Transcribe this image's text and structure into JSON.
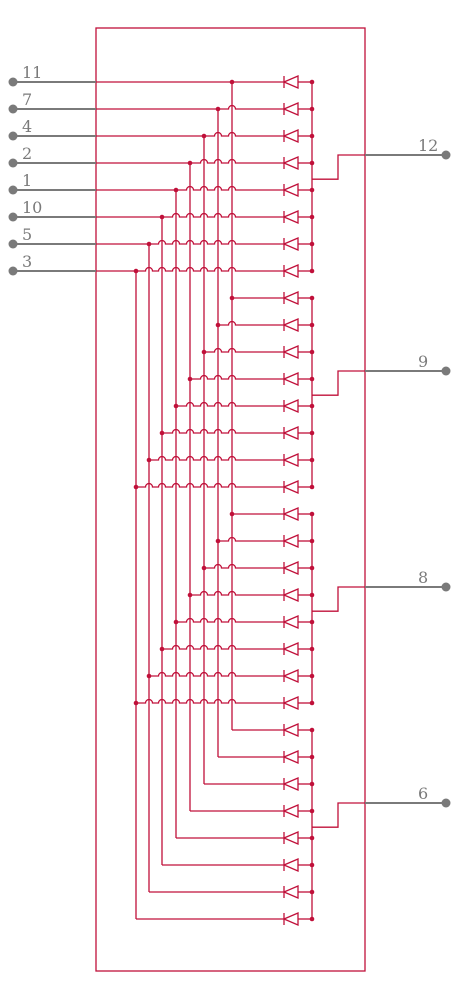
{
  "colors": {
    "wire": "#c0103a",
    "pin": "#7a7a7a",
    "background": "#ffffff"
  },
  "left_pins": [
    {
      "label": "11",
      "row": 0
    },
    {
      "label": "7",
      "row": 1
    },
    {
      "label": "4",
      "row": 2
    },
    {
      "label": "2",
      "row": 3
    },
    {
      "label": "1",
      "row": 4
    },
    {
      "label": "10",
      "row": 5
    },
    {
      "label": "5",
      "row": 6
    },
    {
      "label": "3",
      "row": 7
    }
  ],
  "right_pins": [
    {
      "label": "12",
      "group": 0
    },
    {
      "label": "9",
      "group": 1
    },
    {
      "label": "8",
      "group": 2
    },
    {
      "label": "6",
      "group": 3
    }
  ],
  "diode_groups": 4,
  "diodes_per_group": 8
}
